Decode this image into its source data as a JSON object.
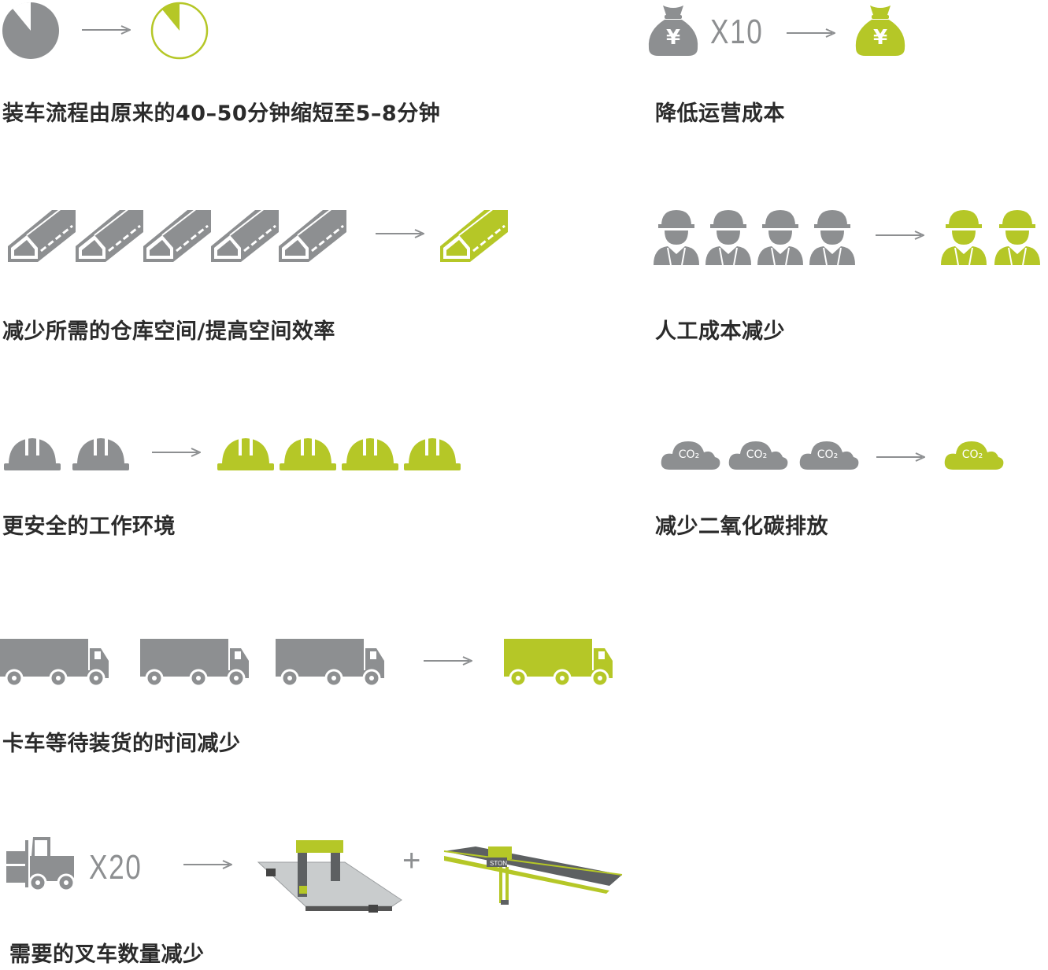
{
  "colors": {
    "before": "#8d8f91",
    "after": "#b5c727",
    "text": "#2b2b2b"
  },
  "benefits": [
    {
      "caption": "装车流程由原来的40–50分钟缩短至5–8分钟",
      "icon": "clock-pie-icon",
      "before_count": 1,
      "after_count": 1
    },
    {
      "caption": "降低运营成本",
      "icon": "money-bag-icon",
      "multiplier": "X10",
      "currency_symbol": "¥"
    },
    {
      "caption": "减少所需的仓库空间/提高空间效率",
      "icon": "warehouse-icon",
      "before_count": 5,
      "after_count": 1
    },
    {
      "caption": "人工成本减少",
      "icon": "worker-icon",
      "before_count": 4,
      "after_count": 2
    },
    {
      "caption": "更安全的工作环境",
      "icon": "helmet-icon",
      "before_count": 2,
      "after_count": 4
    },
    {
      "caption": "减少二氧化碳排放",
      "icon": "co2-cloud-icon",
      "before_count": 3,
      "after_count": 1,
      "cloud_label": "CO₂"
    },
    {
      "caption": "卡车等待装货的时间减少",
      "icon": "truck-icon",
      "before_count": 3,
      "after_count": 1
    },
    {
      "caption": "需要的叉车数量减少",
      "icon": "forklift-icon",
      "multiplier": "X20",
      "plus": "+",
      "machine_brand": "STON"
    }
  ]
}
